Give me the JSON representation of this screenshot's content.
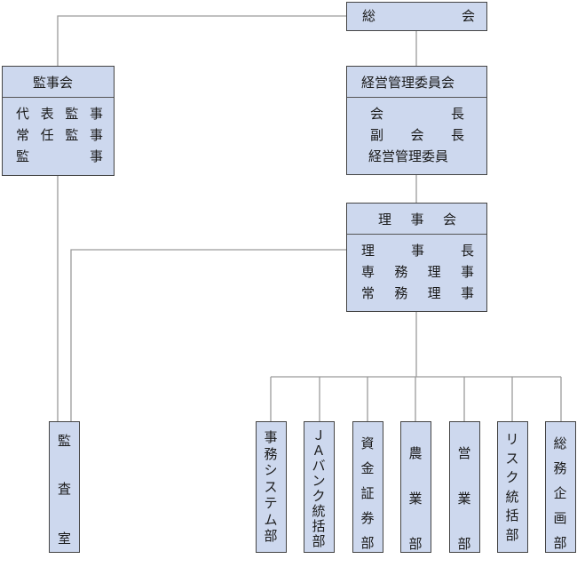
{
  "general_assembly": {
    "title_left": "総",
    "title_right": "会"
  },
  "management_committee": {
    "title": "経営管理委員会",
    "members": [
      {
        "a": "会",
        "b": "長"
      },
      {
        "a": "副",
        "b": "会",
        "c": "長"
      },
      {
        "full": "経営管理委員"
      }
    ]
  },
  "auditors_board": {
    "title": "監事会",
    "members": [
      [
        "代",
        "表",
        "監",
        "事"
      ],
      [
        "常",
        "任",
        "監",
        "事"
      ],
      [
        "監",
        "事"
      ]
    ]
  },
  "board_of_directors": {
    "title": [
      "理",
      "事",
      "会"
    ],
    "members": [
      [
        "理",
        "事",
        "長"
      ],
      [
        "専",
        "務",
        "理",
        "事"
      ],
      [
        "常",
        "務",
        "理",
        "事"
      ]
    ]
  },
  "audit_office": {
    "chars": [
      "監",
      "査",
      "室"
    ]
  },
  "departments": [
    "事務システム部",
    "ＪＡバンク統括部",
    "資金証券部",
    "農業部",
    "営業部",
    "リスク統括部",
    "総務企画部"
  ],
  "colors": {
    "box_fill": "#cdd8ee",
    "border": "#444444",
    "line": "#9a9a9a"
  }
}
